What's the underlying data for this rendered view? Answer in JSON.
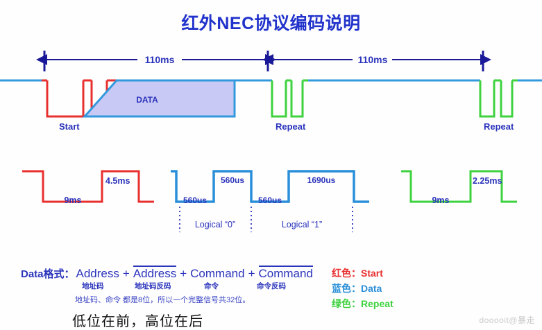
{
  "title": "红外NEC协议编码说明",
  "top_timeline": {
    "span_left_label": "110ms",
    "span_right_label": "110ms",
    "start_label": "Start",
    "data_label": "DATA",
    "repeat_label_1": "Repeat",
    "repeat_label_2": "Repeat"
  },
  "detail_start": {
    "low_label": "9ms",
    "high_label": "4.5ms"
  },
  "detail_logic": {
    "zero_low_label": "560us",
    "zero_high_label": "560us",
    "one_low_label": "560us",
    "one_high_label": "1690us",
    "zero_caption": "Logical  “0”",
    "one_caption": "Logical  “1”"
  },
  "detail_repeat": {
    "low_label": "9ms",
    "high_label": "2.25ms"
  },
  "format": {
    "prefix": "Data格式：",
    "terms": [
      {
        "name": "Address",
        "overline": false,
        "cn": "地址码"
      },
      {
        "name": "Address",
        "overline": true,
        "cn": "地址码反码"
      },
      {
        "name": "Command",
        "overline": false,
        "cn": "命令"
      },
      {
        "name": "Command",
        "overline": true,
        "cn": "命令反码"
      }
    ],
    "plus": "+",
    "note": "地址码、命令 都是8位，所以一个完整信号共32位。"
  },
  "legend": {
    "items": [
      {
        "cn": "红色",
        "sep": "：",
        "en": "Start",
        "color": "#e8302f"
      },
      {
        "cn": "蓝色",
        "sep": "：",
        "en": "Data",
        "color": "#2a8fd8"
      },
      {
        "cn": "绿色",
        "sep": "：",
        "en": "Repeat",
        "color": "#3ed23e"
      }
    ]
  },
  "bottom_note": "低位在前，高位在后",
  "watermark": "dooooit@暴走",
  "colors": {
    "title": "#2233cc",
    "label": "#2a33bb",
    "red": "#e8302f",
    "blue_line": "#3399dd",
    "green": "#3ed23e",
    "data_fill": "#c9c9f5",
    "marker": "#1a1a99"
  }
}
